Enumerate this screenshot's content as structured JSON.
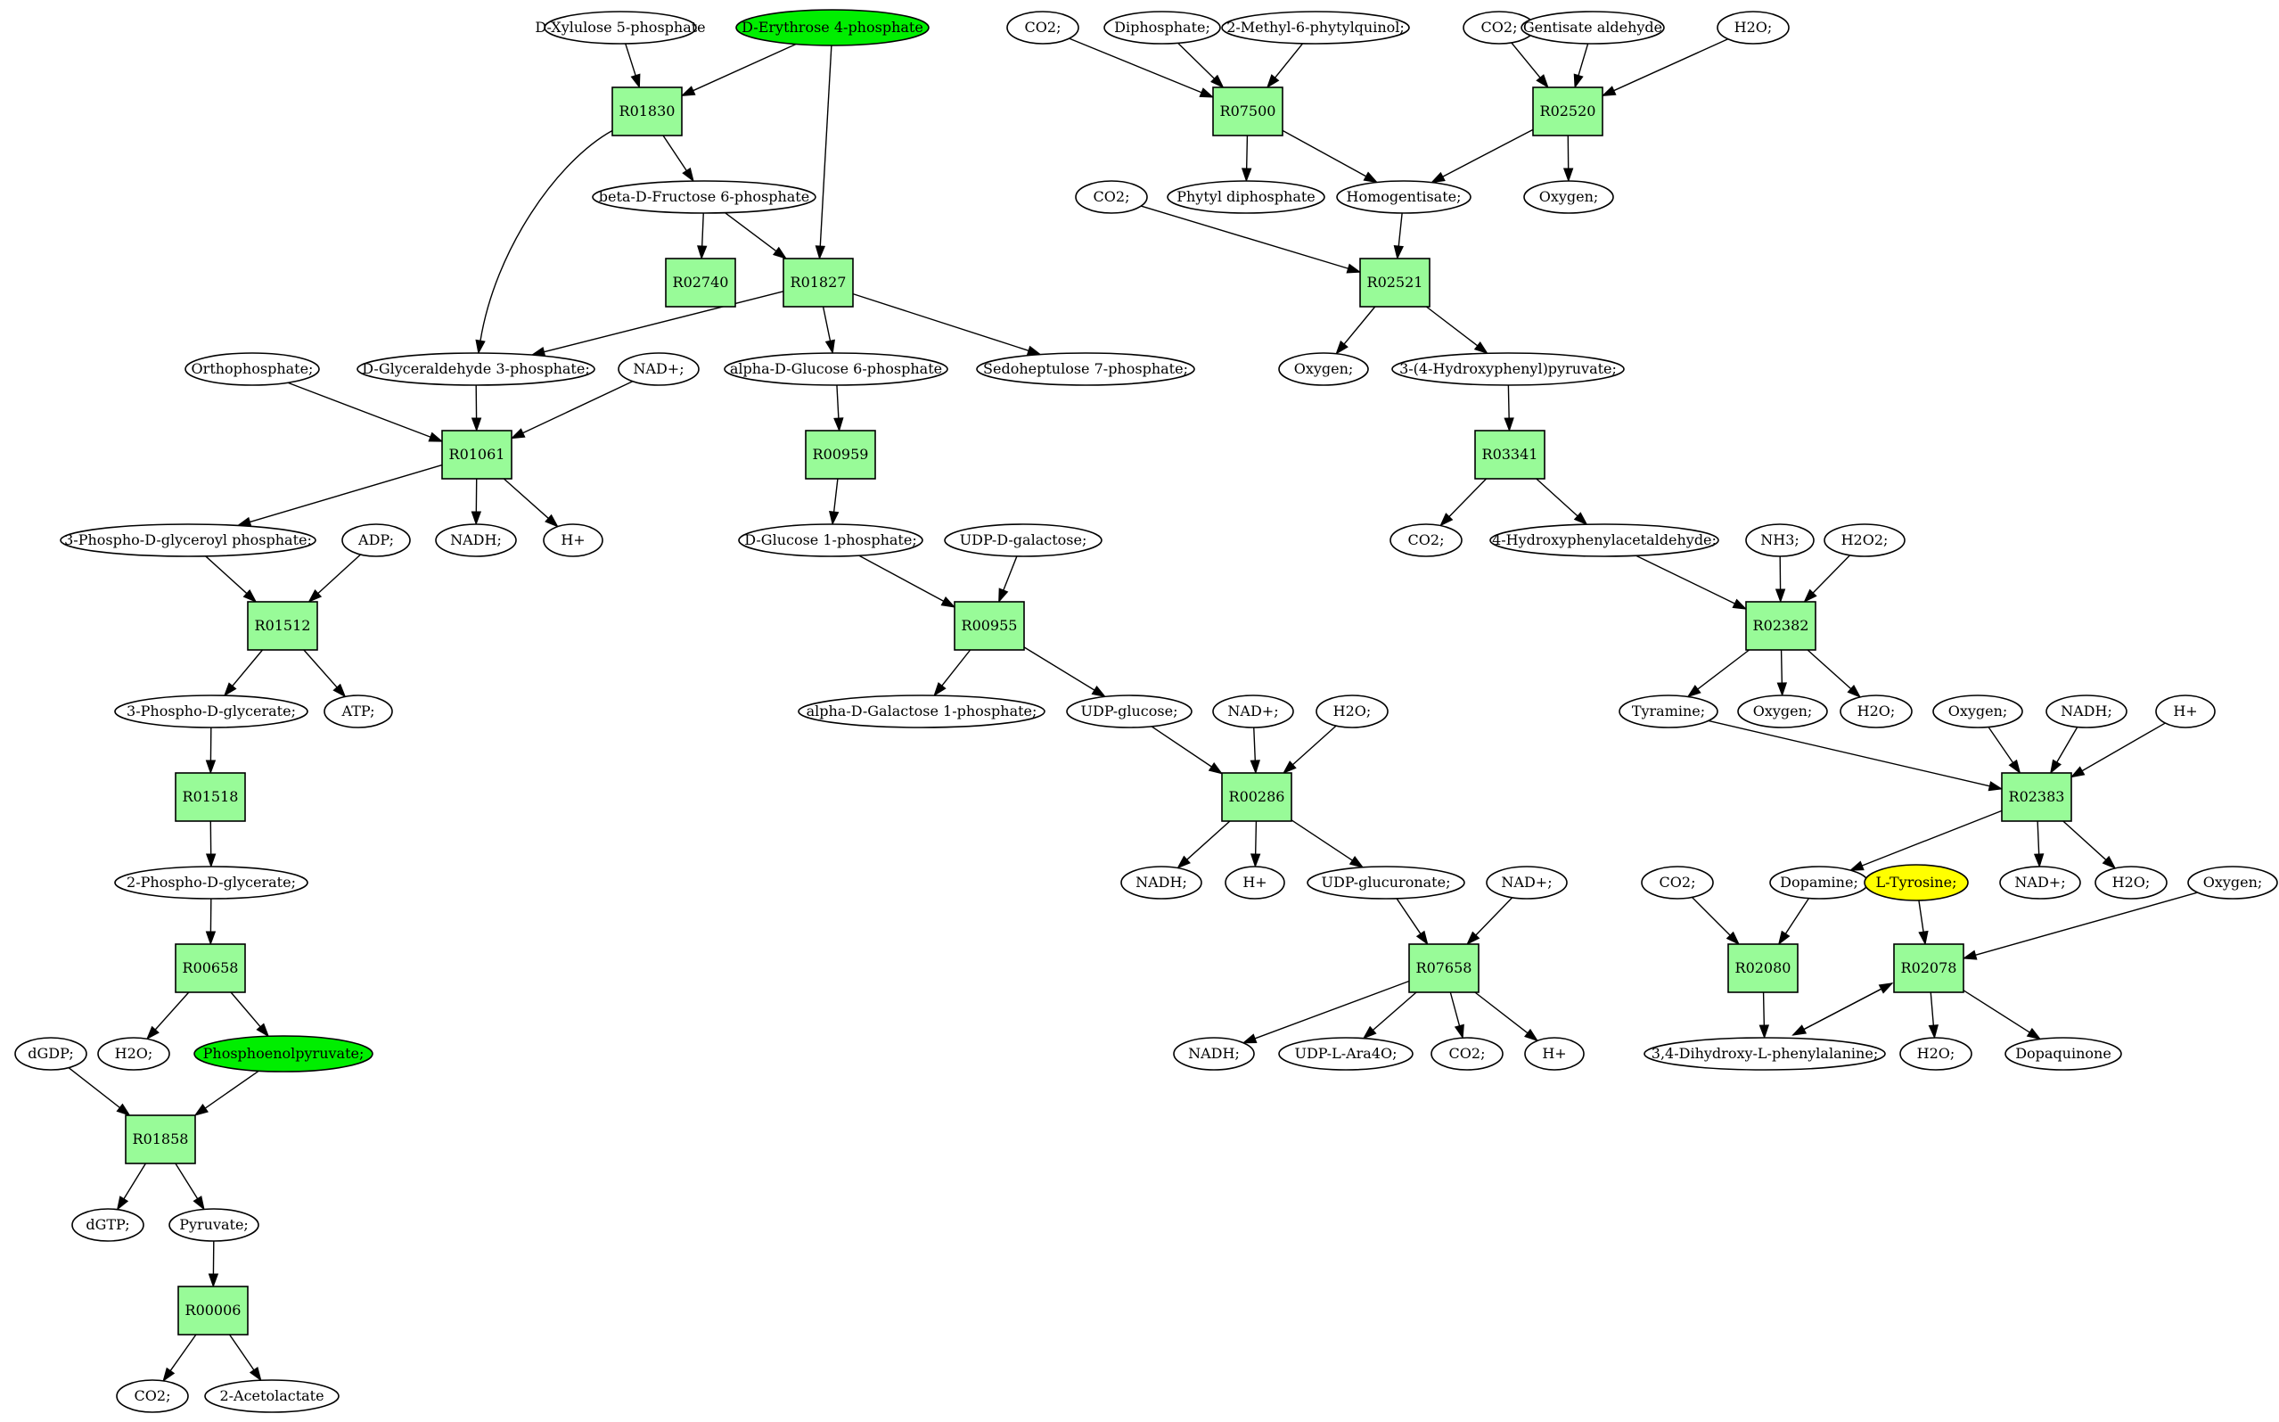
{
  "colors": {
    "reaction": "#98fb98",
    "highlight_green": "#00ee00",
    "highlight_yellow": "#ffff00",
    "compound": "#ffffff"
  },
  "compounds": {
    "xylulose5p": "D-Xylulose 5-phosphate",
    "erythrose4p": "D-Erythrose 4-phosphate",
    "co2_a": "CO2;",
    "diphosphate": "Diphosphate;",
    "methylphytylquinol": "2-Methyl-6-phytylquinol;",
    "co2_b": "CO2;",
    "gentisate": "Gentisate aldehyde",
    "h2o_a": "H2O;",
    "fructose6p": "beta-D-Fructose 6-phosphate",
    "phytyldp": "Phytyl diphosphate",
    "homogentisate": "Homogentisate;",
    "oxygen_a": "Oxygen;",
    "co2_c": "CO2;",
    "orthophosphate": "Orthophosphate;",
    "g3p": "D-Glyceraldehyde 3-phosphate;",
    "nadp_a": "NAD+;",
    "g6p": "alpha-D-Glucose 6-phosphate",
    "sedoheptulose": "Sedoheptulose 7-phosphate;",
    "oxygen_b": "Oxygen;",
    "hpp": "3-(4-Hydroxyphenyl)pyruvate;",
    "pglyceroylp": "3-Phospho-D-glyceroyl phosphate;",
    "adp": "ADP;",
    "nadh_a": "NADH;",
    "hplus_a": "H+",
    "g1p": "D-Glucose 1-phosphate;",
    "udpgal": "UDP-D-galactose;",
    "co2_d": "CO2;",
    "hpaa": "4-Hydroxyphenylacetaldehyde;",
    "nh3": "NH3;",
    "h2o2": "H2O2;",
    "pg3": "3-Phospho-D-glycerate;",
    "atp": "ATP;",
    "gal1p": "alpha-D-Galactose 1-phosphate;",
    "udpglc": "UDP-glucose;",
    "nadp_b": "NAD+;",
    "h2o_b": "H2O;",
    "tyramine": "Tyramine;",
    "oxygen_c": "Oxygen;",
    "h2o_c": "H2O;",
    "oxygen_d": "Oxygen;",
    "nadh_b": "NADH;",
    "hplus_b": "H+",
    "pg2": "2-Phospho-D-glycerate;",
    "nadh_c": "NADH;",
    "hplus_c": "H+",
    "udpglcua": "UDP-glucuronate;",
    "nadp_c": "NAD+;",
    "co2_e": "CO2;",
    "dopamine": "Dopamine;",
    "tyrosine": "L-Tyrosine;",
    "nadp_d": "NAD+;",
    "h2o_d": "H2O;",
    "oxygen_e": "Oxygen;",
    "dgdp": "dGDP;",
    "h2o_e": "H2O;",
    "pep": "Phosphoenolpyruvate;",
    "nadh_d": "NADH;",
    "udpara": "UDP-L-Ara4O;",
    "co2_f": "CO2;",
    "hplus_d": "H+",
    "dopa": "3,4-Dihydroxy-L-phenylalanine;",
    "h2o_f": "H2O;",
    "dopaquinone": "Dopaquinone",
    "dgtp": "dGTP;",
    "pyruvate": "Pyruvate;",
    "co2_g": "CO2;",
    "acetolactate": "2-Acetolactate"
  },
  "reactions": {
    "R01830": "R01830",
    "R07500": "R07500",
    "R02520": "R02520",
    "R02740": "R02740",
    "R01827": "R01827",
    "R02521": "R02521",
    "R01061": "R01061",
    "R00959": "R00959",
    "R03341": "R03341",
    "R01512": "R01512",
    "R00955": "R00955",
    "R02382": "R02382",
    "R01518": "R01518",
    "R00286": "R00286",
    "R02383": "R02383",
    "R00658": "R00658",
    "R07658": "R07658",
    "R02080": "R02080",
    "R02078": "R02078",
    "R01858": "R01858",
    "R00006": "R00006"
  },
  "edges": [
    [
      "xylulose5p",
      "R01830"
    ],
    [
      "erythrose4p",
      "R01830"
    ],
    [
      "R01830",
      "fructose6p"
    ],
    [
      "R01830",
      "g3p"
    ],
    [
      "erythrose4p",
      "R01827"
    ],
    [
      "fructose6p",
      "R02740"
    ],
    [
      "fructose6p",
      "R01827"
    ],
    [
      "R01827",
      "g3p"
    ],
    [
      "R01827",
      "g6p"
    ],
    [
      "R01827",
      "sedoheptulose"
    ],
    [
      "co2_a",
      "R07500"
    ],
    [
      "diphosphate",
      "R07500"
    ],
    [
      "methylphytylquinol",
      "R07500"
    ],
    [
      "R07500",
      "phytyldp"
    ],
    [
      "R07500",
      "homogentisate"
    ],
    [
      "co2_b",
      "R02520"
    ],
    [
      "gentisate",
      "R02520"
    ],
    [
      "h2o_a",
      "R02520"
    ],
    [
      "R02520",
      "homogentisate"
    ],
    [
      "R02520",
      "oxygen_a"
    ],
    [
      "co2_c",
      "R02521"
    ],
    [
      "homogentisate",
      "R02521"
    ],
    [
      "R02521",
      "oxygen_b"
    ],
    [
      "R02521",
      "hpp"
    ],
    [
      "hpp",
      "R03341"
    ],
    [
      "R03341",
      "co2_d"
    ],
    [
      "R03341",
      "hpaa"
    ],
    [
      "orthophosphate",
      "R01061"
    ],
    [
      "g3p",
      "R01061"
    ],
    [
      "nadp_a",
      "R01061"
    ],
    [
      "R01061",
      "pglyceroylp"
    ],
    [
      "R01061",
      "nadh_a"
    ],
    [
      "R01061",
      "hplus_a"
    ],
    [
      "g6p",
      "R00959"
    ],
    [
      "R00959",
      "g1p"
    ],
    [
      "pglyceroylp",
      "R01512"
    ],
    [
      "adp",
      "R01512"
    ],
    [
      "R01512",
      "pg3"
    ],
    [
      "R01512",
      "atp"
    ],
    [
      "g1p",
      "R00955"
    ],
    [
      "udpgal",
      "R00955"
    ],
    [
      "R00955",
      "gal1p"
    ],
    [
      "R00955",
      "udpglc"
    ],
    [
      "hpaa",
      "R02382"
    ],
    [
      "nh3",
      "R02382"
    ],
    [
      "h2o2",
      "R02382"
    ],
    [
      "R02382",
      "tyramine"
    ],
    [
      "R02382",
      "oxygen_c"
    ],
    [
      "R02382",
      "h2o_c"
    ],
    [
      "pg3",
      "R01518"
    ],
    [
      "R01518",
      "pg2"
    ],
    [
      "udpglc",
      "R00286"
    ],
    [
      "nadp_b",
      "R00286"
    ],
    [
      "h2o_b",
      "R00286"
    ],
    [
      "R00286",
      "nadh_c"
    ],
    [
      "R00286",
      "hplus_c"
    ],
    [
      "R00286",
      "udpglcua"
    ],
    [
      "tyramine",
      "R02383"
    ],
    [
      "oxygen_d",
      "R02383"
    ],
    [
      "nadh_b",
      "R02383"
    ],
    [
      "hplus_b",
      "R02383"
    ],
    [
      "R02383",
      "dopamine"
    ],
    [
      "R02383",
      "nadp_d"
    ],
    [
      "R02383",
      "h2o_d"
    ],
    [
      "pg2",
      "R00658"
    ],
    [
      "R00658",
      "h2o_e"
    ],
    [
      "R00658",
      "pep"
    ],
    [
      "udpglcua",
      "R07658"
    ],
    [
      "nadp_c",
      "R07658"
    ],
    [
      "R07658",
      "nadh_d"
    ],
    [
      "R07658",
      "udpara"
    ],
    [
      "R07658",
      "co2_f"
    ],
    [
      "R07658",
      "hplus_d"
    ],
    [
      "co2_e",
      "R02080"
    ],
    [
      "dopamine",
      "R02080"
    ],
    [
      "R02080",
      "dopa"
    ],
    [
      "tyrosine",
      "R02078"
    ],
    [
      "oxygen_e",
      "R02078"
    ],
    [
      "dopa",
      "R02078"
    ],
    [
      "R02078",
      "dopa"
    ],
    [
      "R02078",
      "h2o_f"
    ],
    [
      "R02078",
      "dopaquinone"
    ],
    [
      "dgdp",
      "R01858"
    ],
    [
      "pep",
      "R01858"
    ],
    [
      "R01858",
      "dgtp"
    ],
    [
      "R01858",
      "pyruvate"
    ],
    [
      "pyruvate",
      "R00006"
    ],
    [
      "R00006",
      "co2_g"
    ],
    [
      "R00006",
      "acetolactate"
    ]
  ]
}
